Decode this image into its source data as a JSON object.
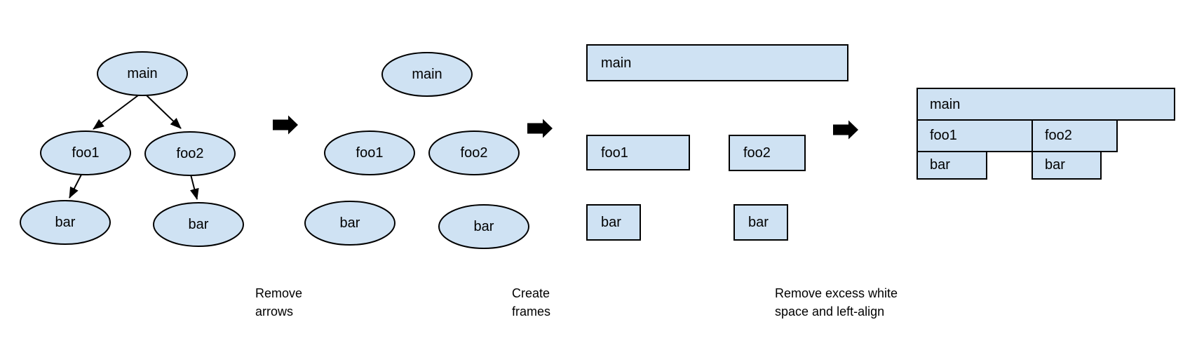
{
  "colors": {
    "node_fill": "#cfe2f3",
    "node_stroke": "#000000",
    "arrow_color": "#000000",
    "text_color": "#000000",
    "background": "#ffffff"
  },
  "panels": {
    "call_tree": {
      "nodes": {
        "main": "main",
        "foo1": "foo1",
        "foo2": "foo2",
        "bar_left": "bar",
        "bar_right": "bar"
      }
    },
    "arrows_removed": {
      "nodes": {
        "main": "main",
        "foo1": "foo1",
        "foo2": "foo2",
        "bar_left": "bar",
        "bar_right": "bar"
      }
    },
    "frames": {
      "nodes": {
        "main": "main",
        "foo1": "foo1",
        "foo2": "foo2",
        "bar_left": "bar",
        "bar_right": "bar"
      }
    },
    "flame_graph": {
      "nodes": {
        "main": "main",
        "foo1": "foo1",
        "foo2": "foo2",
        "bar_left": "bar",
        "bar_right": "bar"
      }
    }
  },
  "captions": {
    "remove_arrows": {
      "line1": "Remove",
      "line2": "arrows"
    },
    "create_frames": {
      "line1": "Create",
      "line2": "frames"
    },
    "left_align": {
      "line1": "Remove excess white",
      "line2": "space and left-align"
    }
  }
}
